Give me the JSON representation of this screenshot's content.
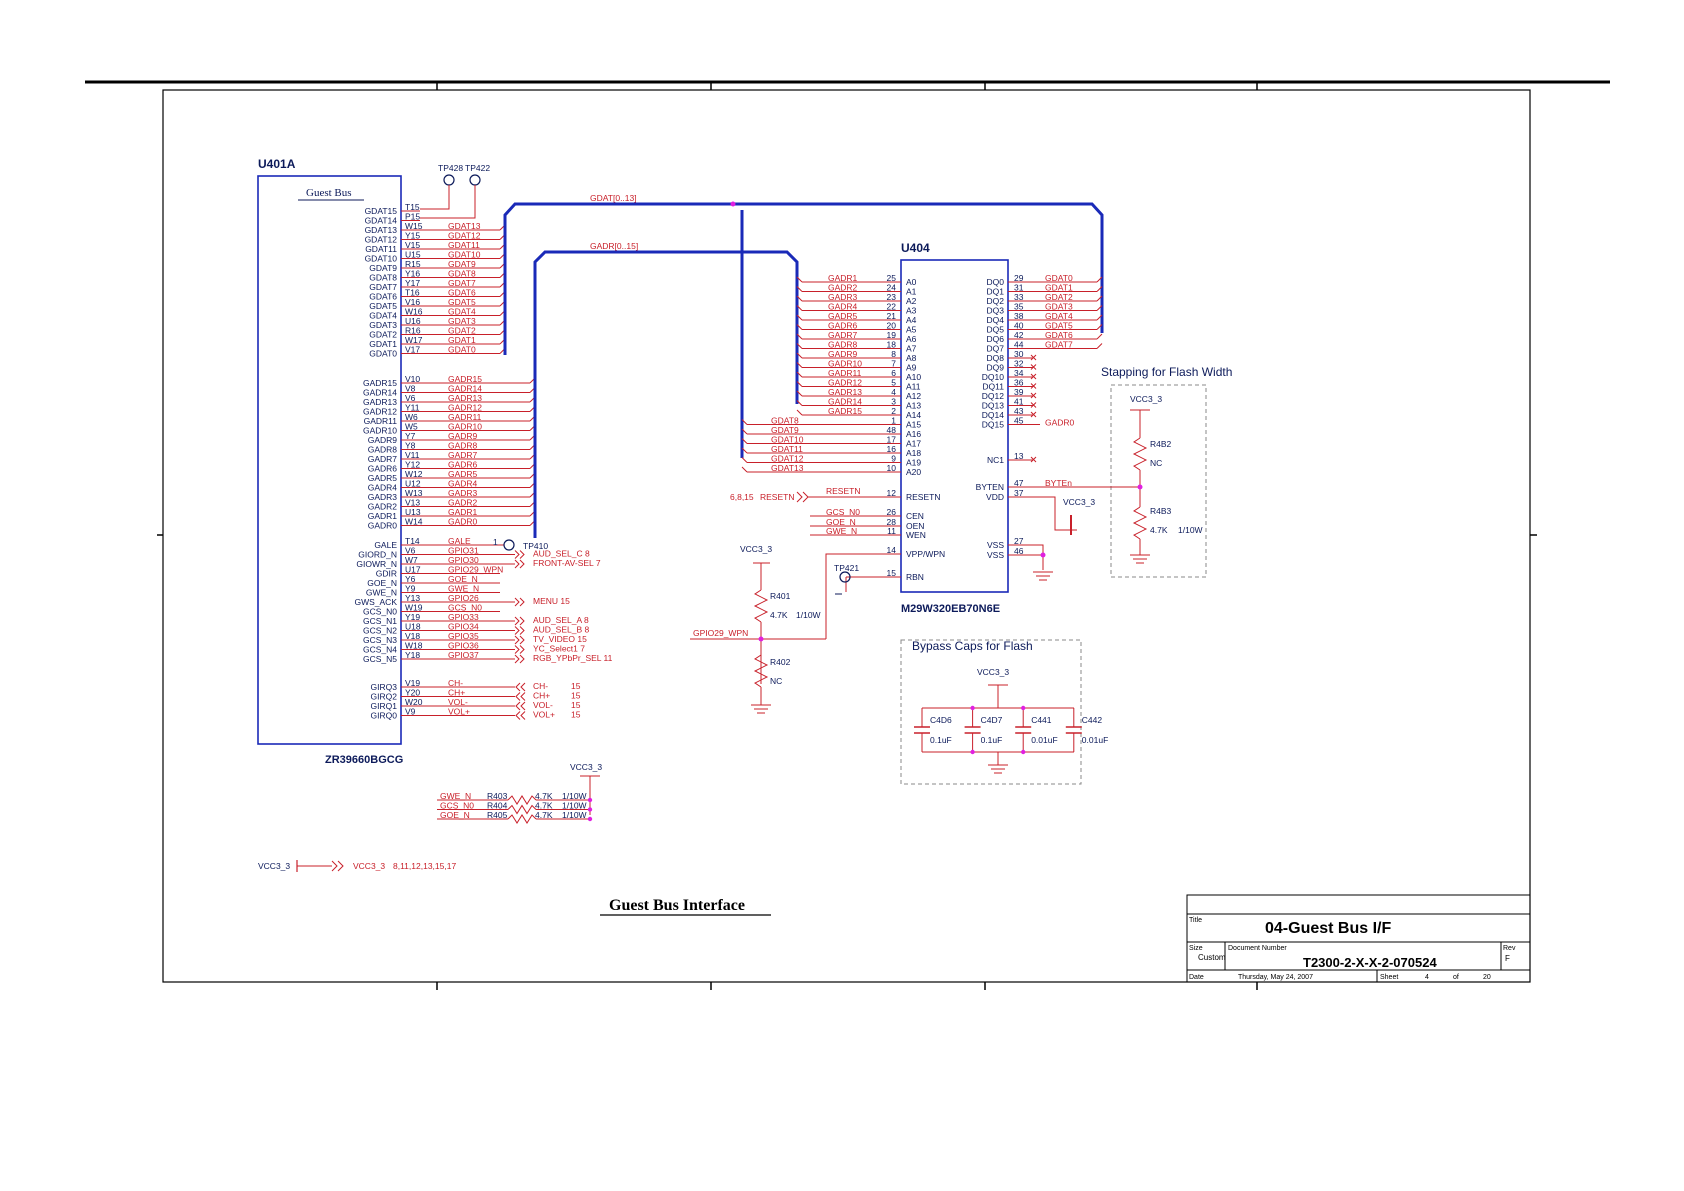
{
  "sheet": {
    "main_title": "Guest Bus Interface",
    "title_label": "Title",
    "title": "04-Guest Bus I/F",
    "size_label": "Size",
    "size": "Custom",
    "docnum_label": "Document Number",
    "docnum": "T2300-2-X-X-2-070524",
    "rev_label": "Rev",
    "rev": "F",
    "date_label": "Date",
    "date": "Thursday, May 24, 2007",
    "sheet_label": "Sheet",
    "sheet_num": "4",
    "of_label": "of",
    "sheet_total": "20"
  },
  "u401": {
    "ref": "U401A",
    "part": "ZR39660BGCG",
    "section": "Guest Bus",
    "gdat_pins": [
      {
        "name": "GDAT15",
        "ball": "T15",
        "net": ""
      },
      {
        "name": "GDAT14",
        "ball": "P15",
        "net": ""
      },
      {
        "name": "GDAT13",
        "ball": "W15",
        "net": "GDAT13"
      },
      {
        "name": "GDAT12",
        "ball": "Y15",
        "net": "GDAT12"
      },
      {
        "name": "GDAT11",
        "ball": "V15",
        "net": "GDAT11"
      },
      {
        "name": "GDAT10",
        "ball": "U15",
        "net": "GDAT10"
      },
      {
        "name": "GDAT9",
        "ball": "R15",
        "net": "GDAT9"
      },
      {
        "name": "GDAT8",
        "ball": "Y16",
        "net": "GDAT8"
      },
      {
        "name": "GDAT7",
        "ball": "Y17",
        "net": "GDAT7"
      },
      {
        "name": "GDAT6",
        "ball": "T16",
        "net": "GDAT6"
      },
      {
        "name": "GDAT5",
        "ball": "V16",
        "net": "GDAT5"
      },
      {
        "name": "GDAT4",
        "ball": "W16",
        "net": "GDAT4"
      },
      {
        "name": "GDAT3",
        "ball": "U16",
        "net": "GDAT3"
      },
      {
        "name": "GDAT2",
        "ball": "R16",
        "net": "GDAT2"
      },
      {
        "name": "GDAT1",
        "ball": "W17",
        "net": "GDAT1"
      },
      {
        "name": "GDAT0",
        "ball": "V17",
        "net": "GDAT0"
      }
    ],
    "gadr_pins": [
      {
        "name": "GADR15",
        "ball": "V10",
        "net": "GADR15"
      },
      {
        "name": "GADR14",
        "ball": "V8",
        "net": "GADR14"
      },
      {
        "name": "GADR13",
        "ball": "V6",
        "net": "GADR13"
      },
      {
        "name": "GADR12",
        "ball": "Y11",
        "net": "GADR12"
      },
      {
        "name": "GADR11",
        "ball": "W6",
        "net": "GADR11"
      },
      {
        "name": "GADR10",
        "ball": "W5",
        "net": "GADR10"
      },
      {
        "name": "GADR9",
        "ball": "Y7",
        "net": "GADR9"
      },
      {
        "name": "GADR8",
        "ball": "Y8",
        "net": "GADR8"
      },
      {
        "name": "GADR7",
        "ball": "V11",
        "net": "GADR7"
      },
      {
        "name": "GADR6",
        "ball": "Y12",
        "net": "GADR6"
      },
      {
        "name": "GADR5",
        "ball": "W12",
        "net": "GADR5"
      },
      {
        "name": "GADR4",
        "ball": "U12",
        "net": "GADR4"
      },
      {
        "name": "GADR3",
        "ball": "W13",
        "net": "GADR3"
      },
      {
        "name": "GADR2",
        "ball": "V13",
        "net": "GADR2"
      },
      {
        "name": "GADR1",
        "ball": "U13",
        "net": "GADR1"
      },
      {
        "name": "GADR0",
        "ball": "W14",
        "net": "GADR0"
      }
    ],
    "ctrl_pins": [
      {
        "name": "GALE",
        "ball": "T14",
        "net": "GALE",
        "dest": ""
      },
      {
        "name": "GIORD_N",
        "ball": "V6",
        "net": "GPIO31",
        "dest": "AUD_SEL_C  8"
      },
      {
        "name": "GIOWR_N",
        "ball": "W7",
        "net": "GPIO30",
        "dest": "FRONT-AV-SEL  7"
      },
      {
        "name": "GDIR",
        "ball": "U17",
        "net": "GPIO29_WPN",
        "dest": ""
      },
      {
        "name": "GOE_N",
        "ball": "Y6",
        "net": "GOE_N",
        "dest": ""
      },
      {
        "name": "GWE_N",
        "ball": "Y9",
        "net": "GWE_N",
        "dest": ""
      },
      {
        "name": "GWS_ACK",
        "ball": "Y13",
        "net": "GPIO26",
        "dest": "MENU   15"
      },
      {
        "name": "GCS_N0",
        "ball": "W19",
        "net": "GCS_N0",
        "dest": ""
      },
      {
        "name": "GCS_N1",
        "ball": "Y19",
        "net": "GPIO33",
        "dest": "AUD_SEL_A  8"
      },
      {
        "name": "GCS_N2",
        "ball": "U18",
        "net": "GPIO34",
        "dest": "AUD_SEL_B  8"
      },
      {
        "name": "GCS_N3",
        "ball": "V18",
        "net": "GPIO35",
        "dest": "TV_VIDEO  15"
      },
      {
        "name": "GCS_N4",
        "ball": "W18",
        "net": "GPIO36",
        "dest": "YC_Select1  7"
      },
      {
        "name": "GCS_N5",
        "ball": "Y18",
        "net": "GPIO37",
        "dest": "RGB_YPbPr_SEL  11"
      }
    ],
    "girq_pins": [
      {
        "name": "GIRQ3",
        "ball": "V19",
        "net": "CH-",
        "dest": "CH-",
        "page": "15"
      },
      {
        "name": "GIRQ2",
        "ball": "Y20",
        "net": "CH+",
        "dest": "CH+",
        "page": "15"
      },
      {
        "name": "GIRQ1",
        "ball": "W20",
        "net": "VOL-",
        "dest": "VOL-",
        "page": "15"
      },
      {
        "name": "GIRQ0",
        "ball": "V9",
        "net": "VOL+",
        "dest": "VOL+",
        "page": "15"
      }
    ]
  },
  "u404": {
    "ref": "U404",
    "part": "M29W320EB70N6E",
    "a_pins": [
      {
        "name": "A0",
        "num": "25",
        "net": "GADR1"
      },
      {
        "name": "A1",
        "num": "24",
        "net": "GADR2"
      },
      {
        "name": "A2",
        "num": "23",
        "net": "GADR3"
      },
      {
        "name": "A3",
        "num": "22",
        "net": "GADR4"
      },
      {
        "name": "A4",
        "num": "21",
        "net": "GADR5"
      },
      {
        "name": "A5",
        "num": "20",
        "net": "GADR6"
      },
      {
        "name": "A6",
        "num": "19",
        "net": "GADR7"
      },
      {
        "name": "A7",
        "num": "18",
        "net": "GADR8"
      },
      {
        "name": "A8",
        "num": "8",
        "net": "GADR9"
      },
      {
        "name": "A9",
        "num": "7",
        "net": "GADR10"
      },
      {
        "name": "A10",
        "num": "6",
        "net": "GADR11"
      },
      {
        "name": "A11",
        "num": "5",
        "net": "GADR12"
      },
      {
        "name": "A12",
        "num": "4",
        "net": "GADR13"
      },
      {
        "name": "A13",
        "num": "3",
        "net": "GADR14"
      },
      {
        "name": "A14",
        "num": "2",
        "net": "GADR15"
      },
      {
        "name": "A15",
        "num": "1",
        "net": "GDAT8"
      },
      {
        "name": "A16",
        "num": "48",
        "net": "GDAT9"
      },
      {
        "name": "A17",
        "num": "17",
        "net": "GDAT10"
      },
      {
        "name": "A18",
        "num": "16",
        "net": "GDAT11"
      },
      {
        "name": "A19",
        "num": "9",
        "net": "GDAT12"
      },
      {
        "name": "A20",
        "num": "10",
        "net": "GDAT13"
      }
    ],
    "dq_pins": [
      {
        "name": "DQ0",
        "num": "29",
        "net": "GDAT0"
      },
      {
        "name": "DQ1",
        "num": "31",
        "net": "GDAT1"
      },
      {
        "name": "DQ2",
        "num": "33",
        "net": "GDAT2"
      },
      {
        "name": "DQ3",
        "num": "35",
        "net": "GDAT3"
      },
      {
        "name": "DQ4",
        "num": "38",
        "net": "GDAT4"
      },
      {
        "name": "DQ5",
        "num": "40",
        "net": "GDAT5"
      },
      {
        "name": "DQ6",
        "num": "42",
        "net": "GDAT6"
      },
      {
        "name": "DQ7",
        "num": "44",
        "net": "GDAT7"
      },
      {
        "name": "DQ8",
        "num": "30",
        "net": ""
      },
      {
        "name": "DQ9",
        "num": "32",
        "net": ""
      },
      {
        "name": "DQ10",
        "num": "34",
        "net": ""
      },
      {
        "name": "DQ11",
        "num": "36",
        "net": ""
      },
      {
        "name": "DQ12",
        "num": "39",
        "net": ""
      },
      {
        "name": "DQ13",
        "num": "41",
        "net": ""
      },
      {
        "name": "DQ14",
        "num": "43",
        "net": ""
      },
      {
        "name": "DQ15",
        "num": "45",
        "net": "GADR0"
      }
    ],
    "left_ctrl": [
      {
        "name": "RESETN",
        "num": "12",
        "net": "RESETN"
      },
      {
        "name": "CEN",
        "num": "26",
        "net": "GCS_N0"
      },
      {
        "name": "OEN",
        "num": "28",
        "net": "GOE_N"
      },
      {
        "name": "WEN",
        "num": "11",
        "net": "GWE_N"
      },
      {
        "name": "VPP/WPN",
        "num": "14",
        "net": ""
      },
      {
        "name": "RBN",
        "num": "15",
        "net": ""
      }
    ],
    "nc_pin": {
      "name": "NC1",
      "num": "13"
    },
    "byten_pin": {
      "name": "BYTEN",
      "num": "47",
      "net": "BYTEn"
    },
    "vdd_pin": {
      "name": "VDD",
      "num": "37"
    },
    "vss1": {
      "name": "VSS",
      "num": "27"
    },
    "vss2": {
      "name": "VSS",
      "num": "46"
    }
  },
  "buses": {
    "gdat": "GDAT[0..13]",
    "gadr": "GADR[0..15]"
  },
  "tps": {
    "tp428": "TP428",
    "tp422": "TP422",
    "tp410": "TP410",
    "tp421": "TP421"
  },
  "labels": {
    "vcc": "VCC3_3",
    "reset_src": "6,8,15",
    "reset_net": "RESETN",
    "gpio29": "GPIO29_WPN",
    "gale_pin": "1",
    "vcc_src": "VCC3_3",
    "vcc_dest": "VCC3_3",
    "vcc_pages": "8,11,12,13,15,17",
    "strap_title": "Stapping for Flash Width",
    "bypass_title": "Bypass Caps for Flash"
  },
  "r401": {
    "ref": "R401",
    "val": "4.7K",
    "pwr": "1/10W"
  },
  "r402": {
    "ref": "R402",
    "val": "NC"
  },
  "r482": {
    "ref": "R4B2",
    "val": "NC"
  },
  "r483": {
    "ref": "R4B3",
    "val": "4.7K",
    "pwr": "1/10W"
  },
  "pullups": [
    {
      "net": "GWE_N",
      "ref": "R403",
      "val": "4.7K",
      "pwr": "1/10W"
    },
    {
      "net": "GCS_N0",
      "ref": "R404",
      "val": "4.7K",
      "pwr": "1/10W"
    },
    {
      "net": "GOE_N",
      "ref": "R405",
      "val": "4.7K",
      "pwr": "1/10W"
    }
  ],
  "caps": [
    {
      "ref": "C4D6",
      "val": "0.1uF"
    },
    {
      "ref": "C4D7",
      "val": "0.1uF"
    },
    {
      "ref": "C441",
      "val": "0.01uF"
    },
    {
      "ref": "C442",
      "val": "0.01uF"
    }
  ],
  "colors": {
    "part": "#0c1a5a",
    "net": "#c8202a",
    "bus": "#1a2ab8",
    "frame": "#000000"
  }
}
